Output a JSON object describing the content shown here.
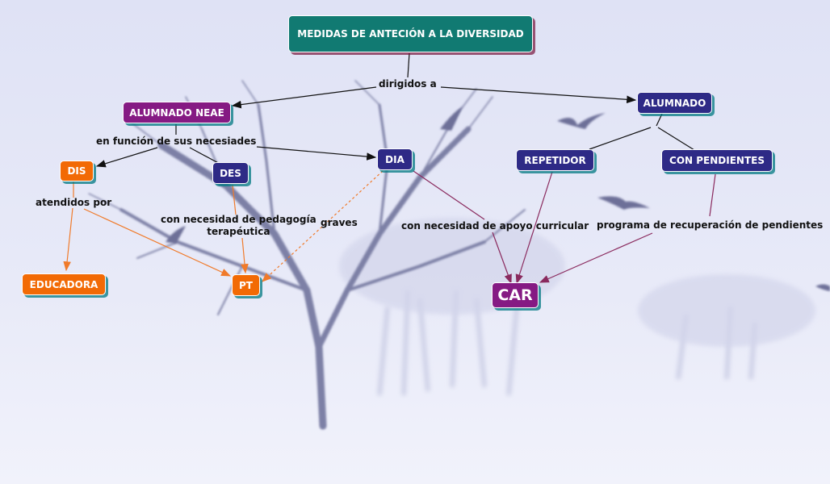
{
  "nodes": {
    "root": "MEDIDAS DE ANTECIÓN A LA DIVERSIDAD",
    "alumnado_neae": "ALUMNADO NEAE",
    "alumnado": "ALUMNADO",
    "dis": "DIS",
    "des": "DES",
    "dia": "DIA",
    "repetidor": "REPETIDOR",
    "con_pendientes": "CON PENDIENTES",
    "educadora": "EDUCADORA",
    "pt": "PT",
    "car": "CAR"
  },
  "labels": {
    "dirigidos": "dirigidos a",
    "en_funcion": "en función de sus necesiades",
    "atendidos": "atendidos por",
    "pedagogia": "con necesidad de pedagogía\nterapéutica",
    "graves": "graves",
    "apoyo": "con necesidad de apoyo curricular",
    "programa": "programa de recuperación de pendientes"
  },
  "colors": {
    "teal": "#117a72",
    "purple": "#851a83",
    "navy": "#2e2a86",
    "orange": "#f26a05",
    "black_link": "#111111",
    "purple_link": "#8a2a5e",
    "orange_link": "#f07a2a"
  }
}
